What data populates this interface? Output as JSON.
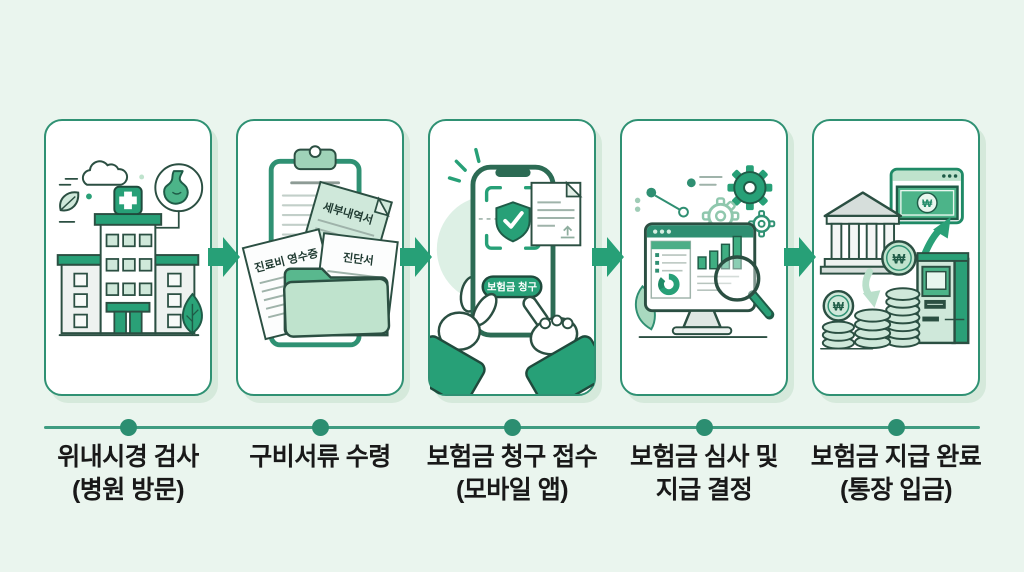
{
  "steps": [
    {
      "line1": "위내시경 검사",
      "line2": "(병원 방문)"
    },
    {
      "line1": "구비서류 수령",
      "line2": ""
    },
    {
      "line1": "보험금 청구 접수",
      "line2": "(모바일 앱)"
    },
    {
      "line1": "보험금 심사 및",
      "line2": "지급 결정"
    },
    {
      "line1": "보험금 지급 완료",
      "line2": "(통장 입금)"
    }
  ],
  "illustrations": {
    "documents": {
      "doc_detail": "세부내역서",
      "doc_receipt": "진료비 영수증",
      "doc_certificate": "진단서"
    },
    "mobile": {
      "claim_button": "보험금 청구"
    },
    "payout": {
      "currency": "₩"
    }
  },
  "colors": {
    "background": "#eaf5ee",
    "card_border": "#2f9173",
    "arrow_green": "#27a077",
    "timeline": "#3f9c81",
    "dot": "#2c8e71",
    "solid_green": "#27a077",
    "light_green": "#cfe8da",
    "outline": "#2b4f42",
    "label_text": "#191919"
  }
}
